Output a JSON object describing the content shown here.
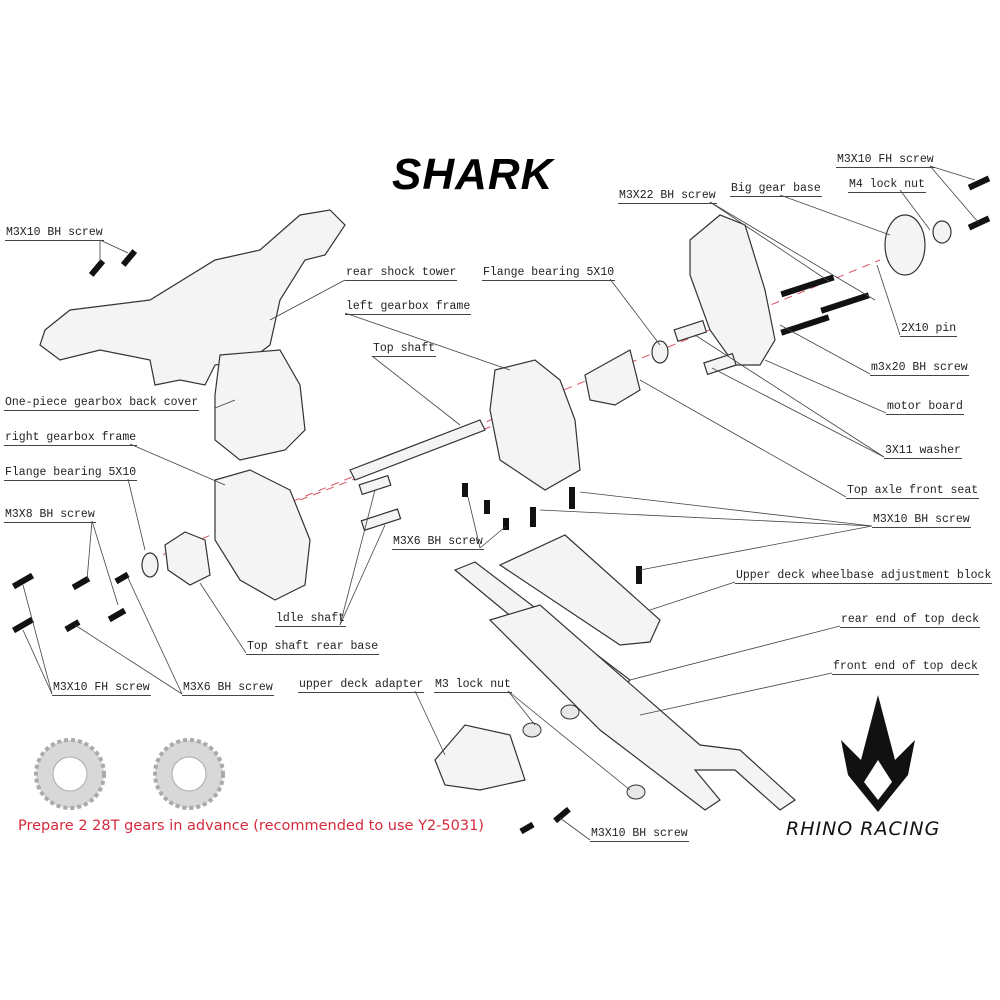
{
  "title": "SHARK",
  "labels": {
    "m3x10_bh_screw_top_left": "M3X10 BH screw",
    "rear_shock_tower": "rear shock tower",
    "flange_bearing_top": "Flange bearing 5X10",
    "left_gearbox_frame": "left gearbox frame",
    "top_shaft": "Top shaft",
    "back_cover": "One-piece gearbox back cover",
    "right_gearbox_frame": "right gearbox frame",
    "flange_bearing_left": "Flange bearing 5X10",
    "m3x8_bh_screw": "M3X8 BH screw",
    "m3x6_bh_screw_center": "M3X6 BH screw",
    "idle_shaft": "ldle shaft",
    "top_shaft_rear_base": "Top shaft rear base",
    "m3x10_fh_screw_left": "M3X10 FH screw",
    "m3x6_bh_screw_left": "M3X6 BH screw",
    "upper_deck_adapter": "upper deck adapter",
    "m3_lock_nut": "M3 lock nut",
    "m3x10_bh_screw_bottom": "M3X10 BH screw",
    "m3x10_fh_screw_right": "M3X10 FH screw",
    "big_gear_base": "Big gear base",
    "m4_lock_nut": "M4 lock nut",
    "m3x22_bh_screw": "M3X22 BH screw",
    "pin_2x10": "2X10 pin",
    "m3x20_bh_screw": "m3x20 BH screw",
    "motor_board": "motor board",
    "washer_3x11": "3X11 washer",
    "top_axle_front_seat": "Top axle front seat",
    "m3x10_bh_screw_right": "M3X10 BH screw",
    "wheelbase_block": "Upper deck wheelbase adjustment block",
    "rear_end_top_deck": "rear end of top deck",
    "front_end_top_deck": "front end of top deck"
  },
  "note": "Prepare 2 28T gears in advance (recommended to use Y2-5031)",
  "brand": "RHINO RACING",
  "colors": {
    "note": "#d42a3c",
    "axis_line": "#d9535f",
    "screw": "#111111"
  }
}
